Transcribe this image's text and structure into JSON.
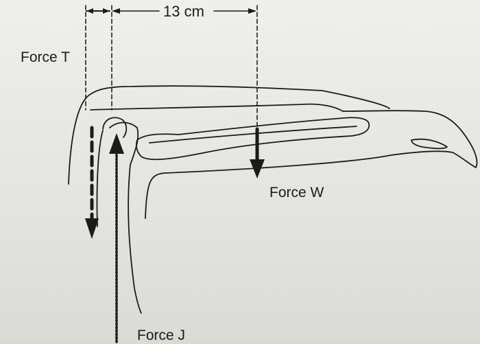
{
  "labels": {
    "distance": "13 cm",
    "force_t": "Force T",
    "force_w": "Force W",
    "force_j": "Force J"
  },
  "colors": {
    "ink": "#1b1b1b",
    "background": "#e7e8e3"
  }
}
